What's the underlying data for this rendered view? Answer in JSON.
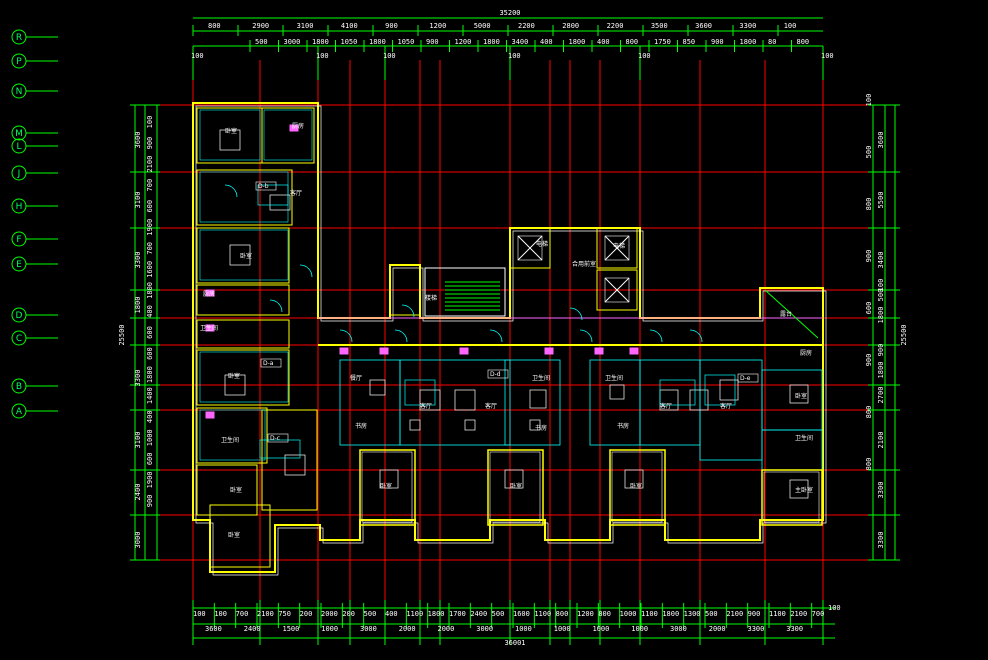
{
  "axes": [
    "R",
    "P",
    "N",
    "M",
    "L",
    "J",
    "H",
    "F",
    "E",
    "D",
    "C",
    "B",
    "A"
  ],
  "dims_top": {
    "total": "35200",
    "row1": [
      "800",
      "2900",
      "3100",
      "4100",
      "900",
      "1200",
      "5000",
      "2200",
      "2800",
      "2200",
      "3500",
      "3600",
      "3300",
      "100"
    ],
    "row2": [
      "500",
      "3000",
      "1800",
      "1050",
      "1800",
      "1050",
      "900",
      "1200",
      "1800",
      "3400",
      "400",
      "1800",
      "400",
      "800",
      "1750",
      "850",
      "900",
      "1800",
      "80",
      "800"
    ],
    "row3": [
      "100",
      "100",
      "100",
      "100",
      "100",
      "100"
    ]
  },
  "dims_bottom": {
    "total": "36001",
    "row1": [
      "100",
      "100",
      "700",
      "2100",
      "750",
      "200",
      "2000",
      "200",
      "500",
      "400",
      "1100",
      "1800",
      "1700",
      "2400",
      "500",
      "1600",
      "1100",
      "800",
      "1200",
      "800",
      "1000",
      "1100",
      "1800",
      "1300",
      "500",
      "2100",
      "900",
      "1100",
      "2100",
      "700"
    ],
    "row2": [
      "3600",
      "2400",
      "1500",
      "1000",
      "3000",
      "2000",
      "2000",
      "3000",
      "1000",
      "1000",
      "1000",
      "1000",
      "3000",
      "2000",
      "3300",
      "3300"
    ],
    "row3": [
      "100"
    ]
  },
  "dims_left": {
    "total": "25500",
    "spans": [
      "3600",
      "3100",
      "3300",
      "1800",
      "3300",
      "3100",
      "2400",
      "3000"
    ],
    "fine": [
      "100",
      "900",
      "2100",
      "700",
      "600",
      "1900",
      "700",
      "1600",
      "1800",
      "400",
      "600",
      "600",
      "1800",
      "1400",
      "400",
      "1000",
      "600",
      "1900",
      "900"
    ]
  },
  "dims_right": {
    "total": "25500",
    "spans": [
      "3600",
      "5500",
      "3400",
      "100",
      "500",
      "1800",
      "900",
      "1800",
      "2700",
      "2100",
      "3300",
      "3300"
    ],
    "fine": [
      "100",
      "500",
      "800",
      "900",
      "600",
      "900",
      "800",
      "800"
    ]
  },
  "rooms": [
    "客厅",
    "卧室",
    "主卧室",
    "厨房",
    "卫生间",
    "餐厅",
    "书房",
    "电梯",
    "前室",
    "楼梯",
    "合用前室",
    "露台"
  ],
  "labels": {
    "unit_tags": [
      "D-b",
      "D-a",
      "D-c",
      "D-d",
      "D-e"
    ]
  },
  "colors": {
    "background": "#000000",
    "grid": "#ff0000",
    "dim": "#00ff00",
    "wall_outer": "#ffff00",
    "wall_inner": "#ff66ff",
    "cyan": "#00ffff",
    "white": "#ffffff"
  }
}
